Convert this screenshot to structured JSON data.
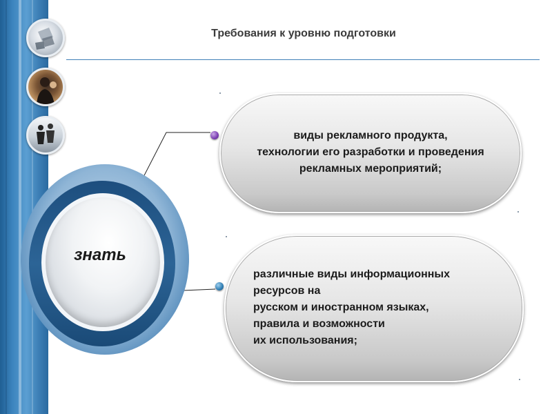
{
  "slide": {
    "title": "Требования к уровню подготовки",
    "center_label": "знать",
    "items": [
      {
        "lines": [
          "виды рекламного продукта,",
          "технологии его разработки и проведения",
          "рекламных мероприятий;"
        ],
        "bullet_color": "#7b3fb3"
      },
      {
        "lines": [
          "различные виды информационных",
          "ресурсов на",
          "русском и иностранном языках,",
          "правила и возможности",
          "их использования;"
        ],
        "bullet_color": "#2f7db3"
      }
    ]
  },
  "sidebar": {
    "icons": [
      "photo-icon",
      "photo-icon",
      "photo-icon"
    ]
  },
  "colors": {
    "accent": "#3f7fb7",
    "title_text": "#3b3b3b"
  }
}
